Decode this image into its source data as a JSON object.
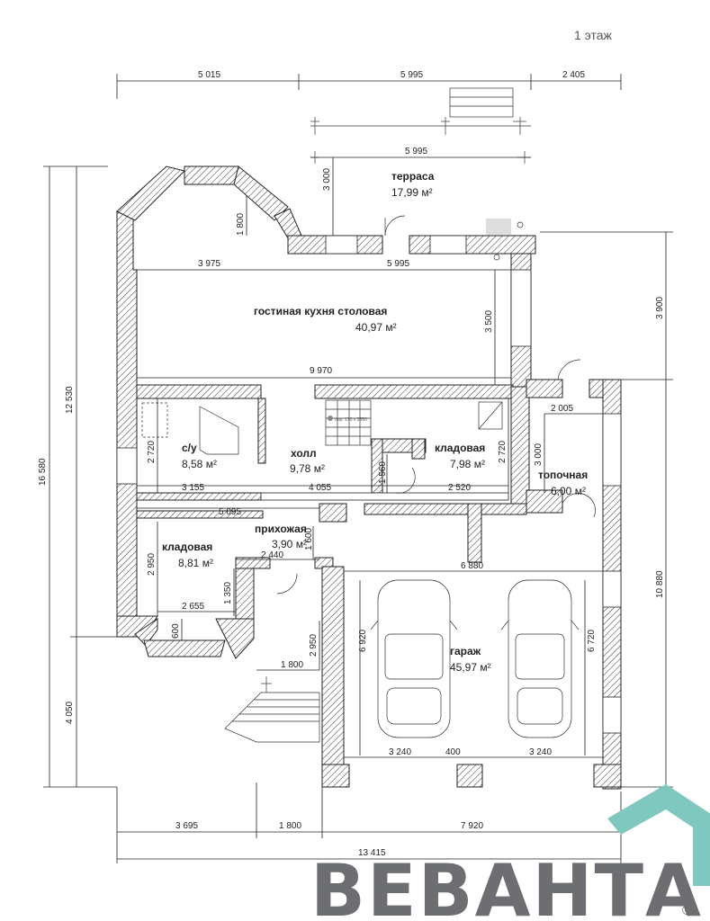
{
  "floor_label": "1 этаж",
  "brand": {
    "name": "ВЕВАНТА",
    "copyright": "©",
    "roof_color": "#7fc8c0",
    "text_color": "#6d6e71"
  },
  "top_dims": [
    "5 015",
    "5 995",
    "2 405"
  ],
  "terrace_dims": [
    "5 995",
    "3 000"
  ],
  "bay_dim": "1 800",
  "living_dims": [
    "3 975",
    "5 995",
    "3 500",
    "9 970"
  ],
  "right_dims": [
    "3 900",
    "10 880"
  ],
  "left_dims": [
    "16 580",
    "12 530",
    "4 050"
  ],
  "mid_dims": {
    "wc_h": "2 720",
    "stair_w": "1 560",
    "pantry_h": "2 720",
    "boiler_w": "2 005",
    "boiler_h": "3 000",
    "wall_a": "3 155",
    "wall_b": "4 055",
    "wall_c": "2 520",
    "wall_d": "5 095",
    "hall_h": "1 600",
    "hall_w": "2 440",
    "pantry2_h": "2 950",
    "pantry2_d": "1 350",
    "pantry2_w": "2 655",
    "bay2": "600",
    "porch_h": "2 950",
    "porch_w": "1 800",
    "garage_w": "6 880",
    "garage_h1": "6 920",
    "garage_h2": "6 720",
    "garage_b1": "3 240",
    "garage_b2": "400",
    "garage_b3": "3 240"
  },
  "bottom_dims": [
    "3 695",
    "1 800",
    "7 920",
    "13 415"
  ],
  "stair_note": "пер. 170 х 3550",
  "rooms": {
    "terrace": {
      "name": "терраса",
      "area": "17,99 м²"
    },
    "living": {
      "name": "гостиная кухня столовая",
      "area": "40,97 м²"
    },
    "wc": {
      "name": "с/у",
      "area": "8,58 м²"
    },
    "hall": {
      "name": "холл",
      "area": "9,78 м²"
    },
    "pantry1": {
      "name": "кладовая",
      "area": "7,98 м²"
    },
    "boiler": {
      "name": "топочная",
      "area": "6,00 м²"
    },
    "entry": {
      "name": "прихожая",
      "area": "3,90 м²"
    },
    "pantry2": {
      "name": "кладовая",
      "area": "8,81 м²"
    },
    "garage": {
      "name": "гараж",
      "area": "45,97 м²"
    }
  }
}
